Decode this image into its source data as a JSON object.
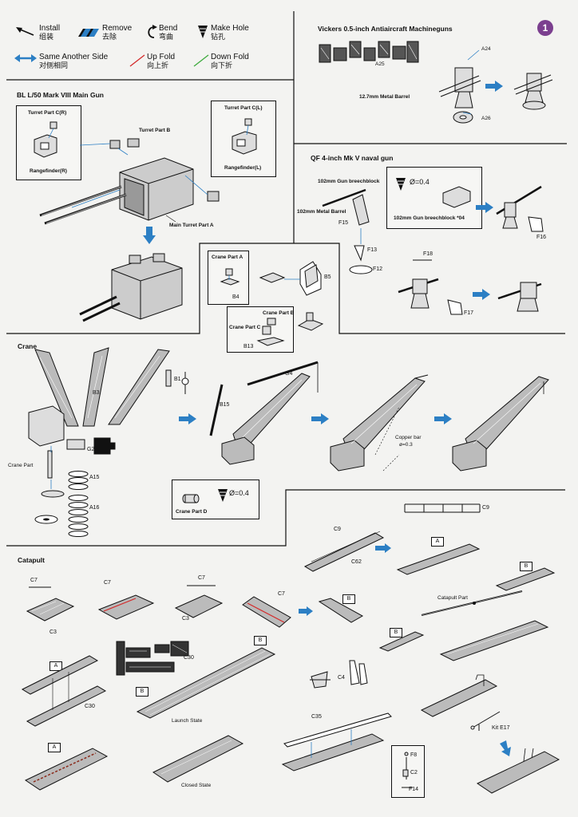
{
  "page_number": "1",
  "colors": {
    "accent_blue": "#2c7fc4",
    "up_fold": "#d42a2a",
    "down_fold": "#3daa3d",
    "page_badge": "#7b3f8f"
  },
  "legend": {
    "install": {
      "en": "Install",
      "zh": "组装",
      "icon": "install-arrow-icon"
    },
    "remove": {
      "en": "Remove",
      "zh": "去除",
      "icon": "remove-stripe-icon"
    },
    "bend": {
      "en": "Bend",
      "zh": "弯曲",
      "icon": "bend-arc-icon"
    },
    "make_hole": {
      "en": "Make Hole",
      "zh": "钻孔",
      "icon": "drill-icon"
    },
    "same_side": {
      "en": "Same Another Side",
      "zh": "对侧相同",
      "icon": "double-arrow-icon"
    },
    "up_fold": {
      "en": "Up Fold",
      "zh": "向上折",
      "icon": "red-line-icon"
    },
    "down_fold": {
      "en": "Down Fold",
      "zh": "向下折",
      "icon": "green-line-icon"
    }
  },
  "sections": {
    "vickers": {
      "title": "Vickers 0.5-inch Antiaircraft Machineguns",
      "labels": [
        "A25",
        "A24",
        "12.7mm  Metal Barrel",
        "A26"
      ]
    },
    "main_gun": {
      "title": "BL L/50 Mark VIII Main  Gun",
      "labels": {
        "turret_c_r": "Turret Part C(R)",
        "rangefinder_r": "Rangefinder(R)",
        "turret_b": "Turret Part B",
        "turret_c_l": "Turret Part C(L)",
        "rangefinder_l": "Rangefinder(L)",
        "main_turret_a": "Main Turret Part A"
      }
    },
    "qf": {
      "title": "QF 4-inch Mk V naval gun",
      "labels": {
        "breechblock": "102mm Gun breechblock",
        "diameter": "Ø=0.4",
        "metal_barrel": "102mm Metal Barrel",
        "breechblock_04": "102mm Gun breechblock *04",
        "f15": "F15",
        "f13": "F13",
        "f12": "F12",
        "f16": "F16",
        "f18": "F18",
        "f17": "F17"
      }
    },
    "crane_parts": {
      "crane_a": "Crane Part A",
      "b4": "B4",
      "b5": "B5",
      "crane_b": "Crane Part B",
      "crane_c": "Crane Part C",
      "b13": "B13"
    },
    "crane": {
      "title": "Crane",
      "labels": {
        "b3": "B3",
        "b1": "B1",
        "g4": "G4",
        "b15": "B15",
        "g2": "G2",
        "crane_part": "Crane Part",
        "a15": "A15",
        "a16": "A16",
        "copper_bar": "Copper bar",
        "copper_dia": "ø=0.3",
        "crane_d": "Crane Part D",
        "crane_d_dia": "Ø=0.4"
      }
    },
    "catapult": {
      "title": "Catapult",
      "labels": {
        "c7a": "C7",
        "c7b": "C7",
        "c7c": "C7",
        "c7d": "C7",
        "c3a": "C3",
        "c3b": "C3",
        "c30a": "C30",
        "c30b": "C30",
        "launch_state": "Launch State",
        "closed_state": "Closed State",
        "c9a": "C9",
        "c9b": "C9",
        "c62": "C62",
        "catapult_part": "Catapult Part",
        "c4": "C4",
        "c35": "C35",
        "kit_e17": "Kit E17",
        "f8": "F8",
        "c2": "C2",
        "f14": "F14",
        "tag_a": "A",
        "tag_b": "B"
      }
    }
  }
}
